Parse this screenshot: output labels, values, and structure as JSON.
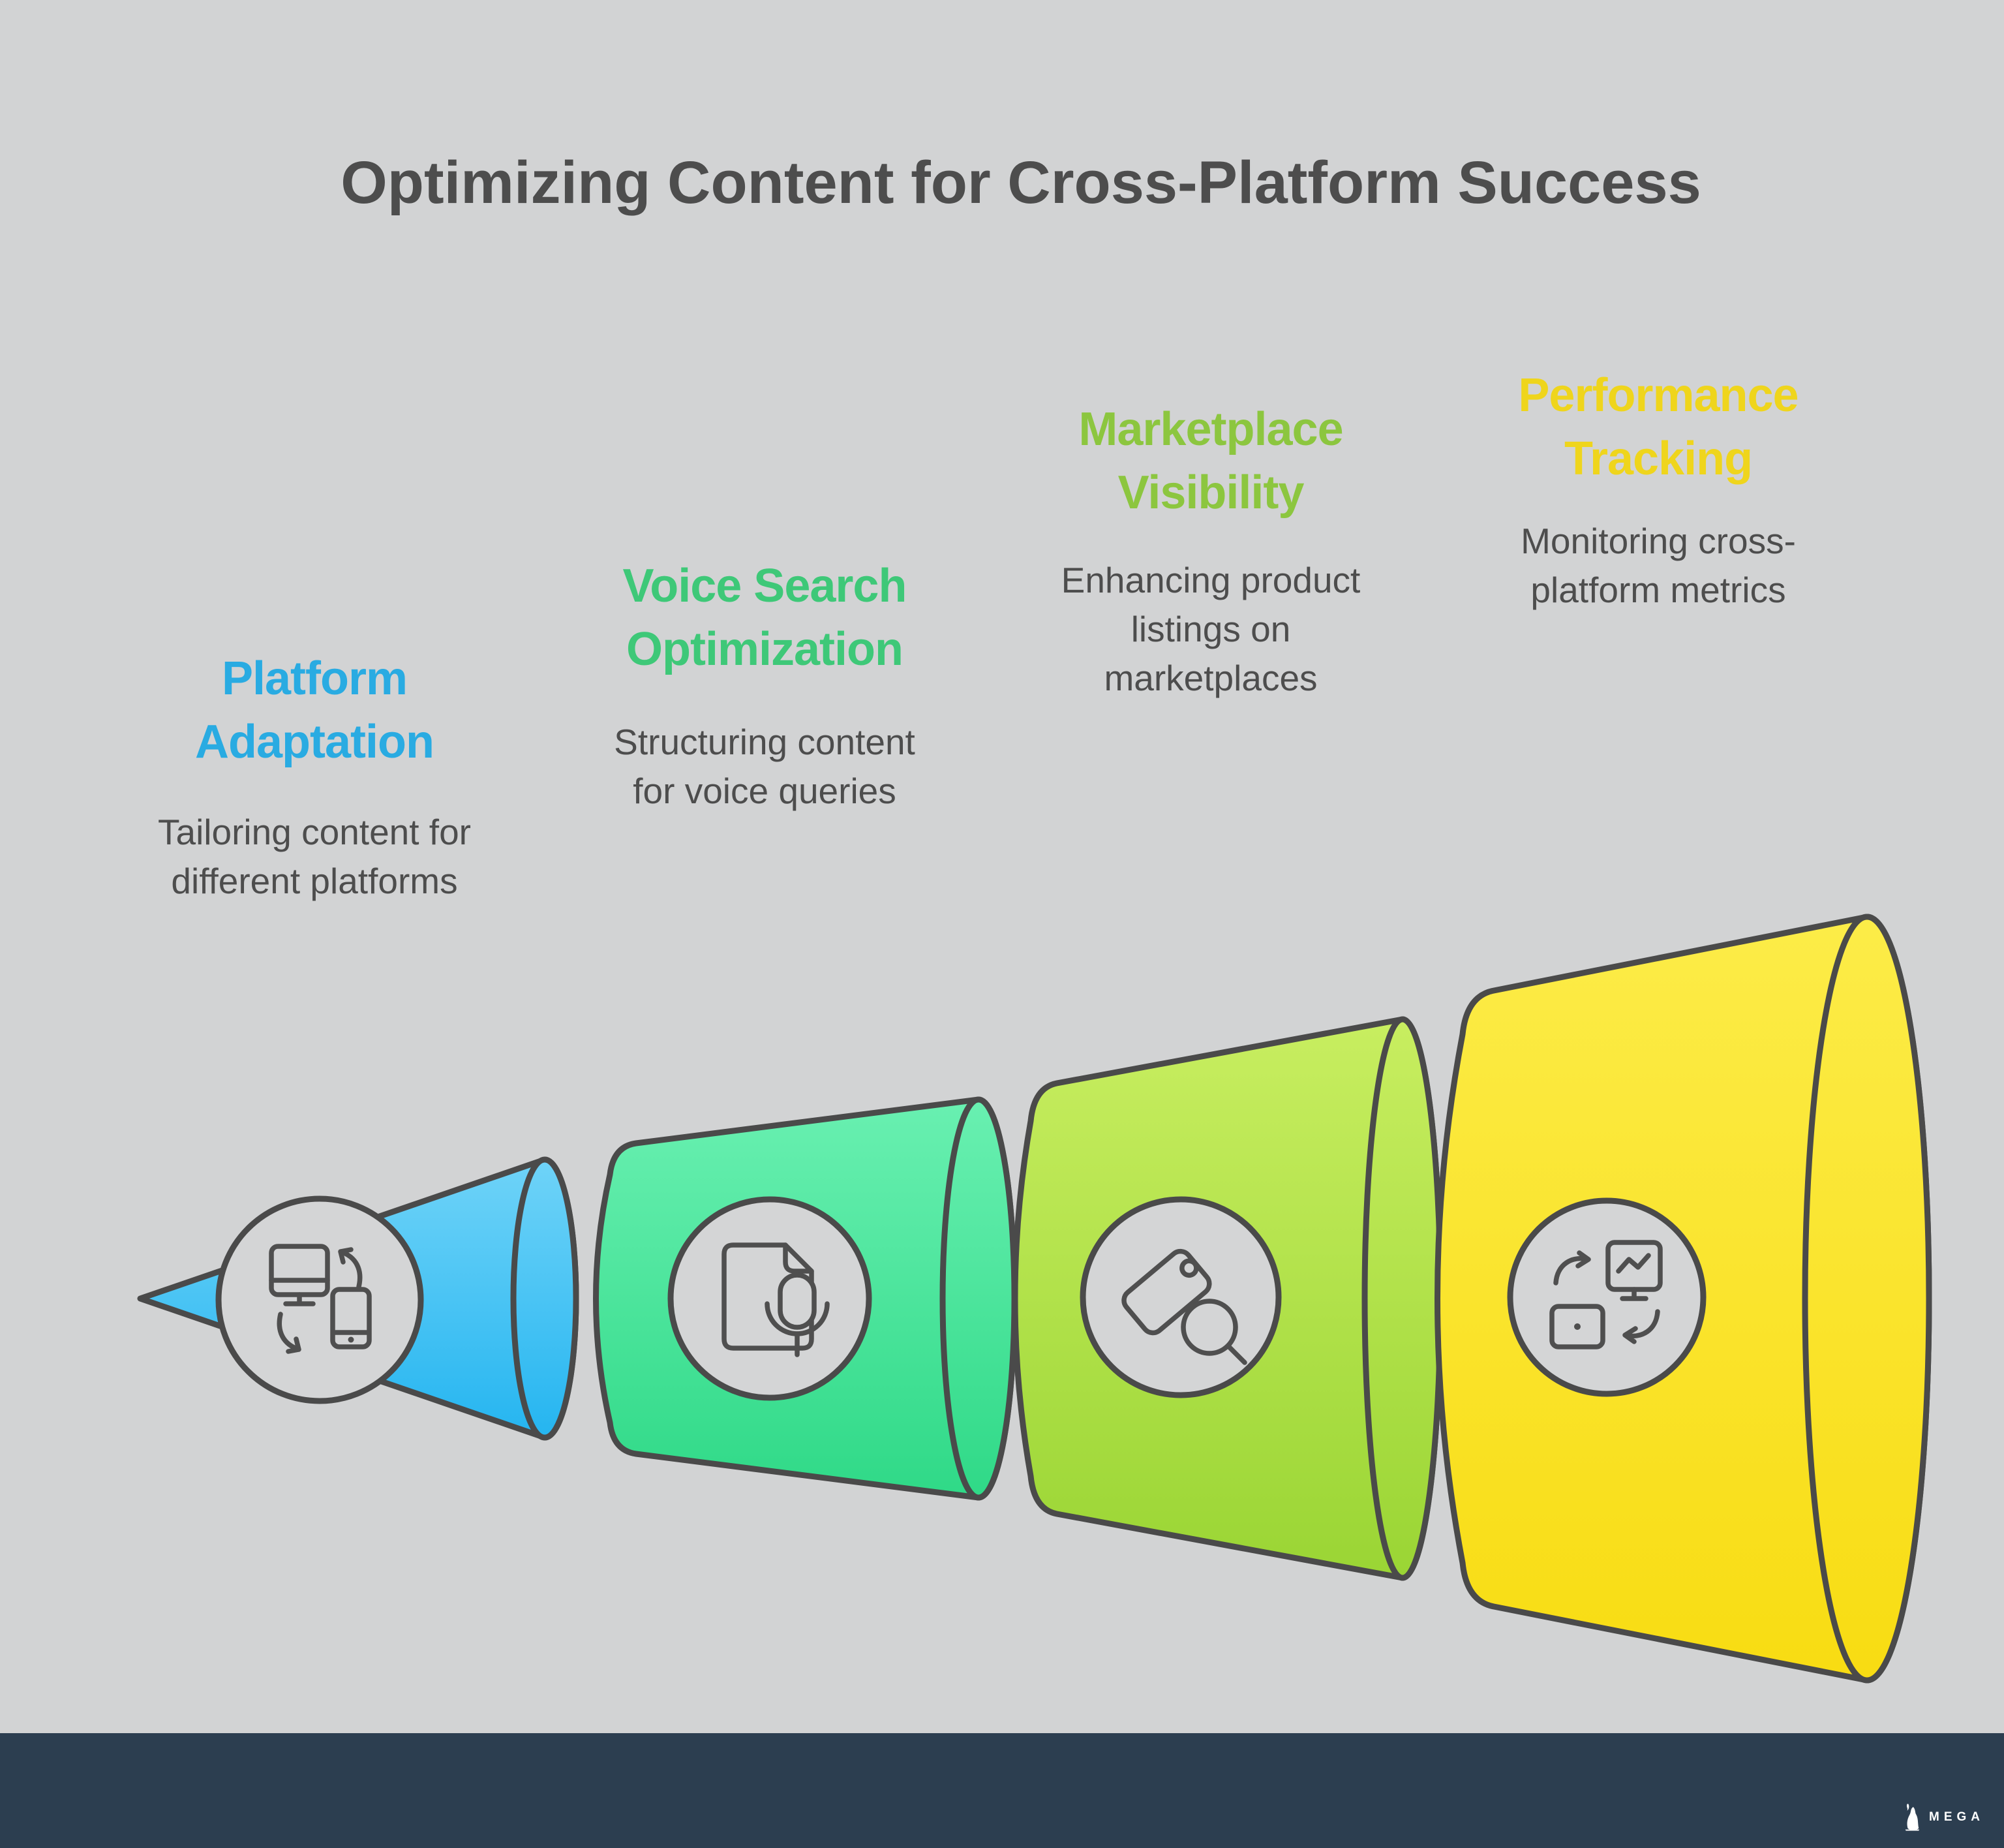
{
  "title": "Optimizing Content for Cross-Platform Success",
  "background_color": "#D2D3D4",
  "text_color": "#4D4D4D",
  "sections": [
    {
      "heading": "Platform\nAdaptation",
      "description": "Tailoring content for\ndifferent platforms",
      "accent_color": "#29ABE2",
      "icon": "devices-sync-icon"
    },
    {
      "heading": "Voice Search\nOptimization",
      "description": "Structuring content\nfor voice queries",
      "accent_color": "#3EC878",
      "icon": "document-voice-icon"
    },
    {
      "heading": "Marketplace\nVisibility",
      "description": "Enhancing product\nlistings on\nmarketplaces",
      "accent_color": "#8CC63F",
      "icon": "tag-search-icon"
    },
    {
      "heading": "Performance\nTracking",
      "description": "Monitoring cross-\nplatform metrics",
      "accent_color": "#EFD51C",
      "icon": "metrics-sync-icon"
    }
  ],
  "funnel": {
    "outline_color": "#4A4A4A",
    "glyph_color": "#4F4F4F",
    "icon_circle_fill": "#D4D5D6",
    "segment_gradients": [
      {
        "from": "#6FD3F8",
        "to": "#25B5F0"
      },
      {
        "from": "#69F0B1",
        "to": "#2FD987"
      },
      {
        "from": "#C8EE60",
        "to": "#9AD534"
      },
      {
        "from": "#FCEC48",
        "to": "#F8DC12"
      }
    ]
  },
  "footer": {
    "brand": "MEGA",
    "background_color": "#2C3E50",
    "text_color": "#FFFFFF"
  }
}
